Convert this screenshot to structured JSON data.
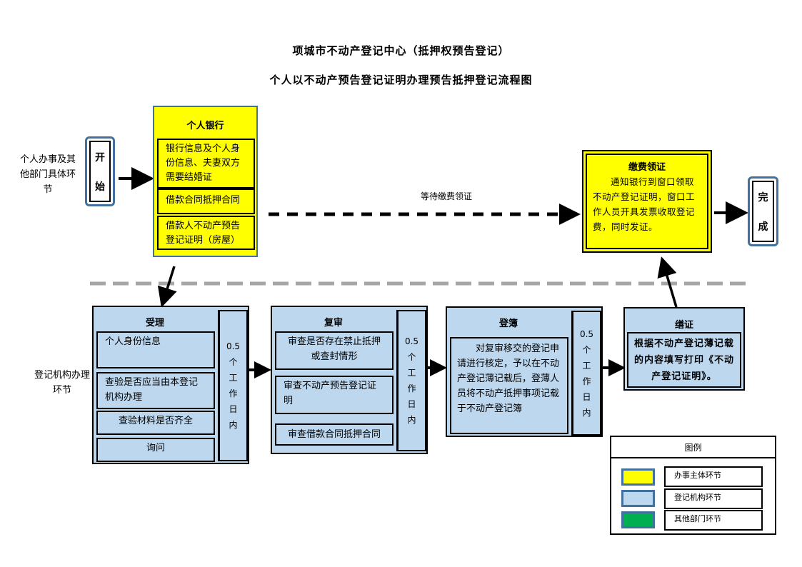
{
  "title": {
    "line1": "项城市不动产登记中心（抵押权预告登记）",
    "line2": "个人以不动产预告登记证明办理预告抵押登记流程图"
  },
  "lanes": {
    "top": "个人办事及其他部门具体环节",
    "bottom": "登记机构办理环节"
  },
  "start": {
    "chars": [
      "开",
      "始"
    ]
  },
  "finish": {
    "chars": [
      "完",
      "成"
    ]
  },
  "bank": {
    "header": "个人银行",
    "items": [
      "银行信息及个人身份信息、夫妻双方需要结婚证",
      "借款合同抵押合同",
      "借款人不动产预告登记证明（房屋）"
    ]
  },
  "wait_label": "等待缴费领证",
  "payment": {
    "header": "缴费领证",
    "text": "通知银行到窗口领取不动产登记证明，窗口工作人员开具发票收取登记费，同时发证。"
  },
  "steps": [
    {
      "header": "受理",
      "items": [
        "个人身份信息",
        "查验是否应当由本登记机构办理",
        "查验材料是否齐全",
        "询问"
      ],
      "days": [
        "0.5",
        "个",
        "工",
        "作",
        "日",
        "内"
      ]
    },
    {
      "header": "复审",
      "items": [
        "审查是否存在禁止抵押或查封情形",
        "审查不动产预告登记证明",
        "审查借款合同抵押合同"
      ],
      "days": [
        "0.5",
        "个",
        "工",
        "作",
        "日",
        "内"
      ]
    },
    {
      "header": "登簿",
      "items": [
        "对复审移交的登记申请进行核定，予以在不动产登记薄记载后，登薄人员将不动产抵押事项记载于不动产登记簿"
      ],
      "days": [
        "0.5",
        "个",
        "工",
        "作",
        "日",
        "内"
      ]
    },
    {
      "header": "缮证",
      "items": [
        "根据不动产登记薄记载的内容填写打印《不动产登记证明》。"
      ]
    }
  ],
  "legend": {
    "title": "图例",
    "items": [
      {
        "label": "办事主体环节",
        "color": "#ffff00"
      },
      {
        "label": "登记机构环节",
        "color": "#bdd7ee"
      },
      {
        "label": "其他部门环节",
        "color": "#00b050"
      }
    ]
  }
}
